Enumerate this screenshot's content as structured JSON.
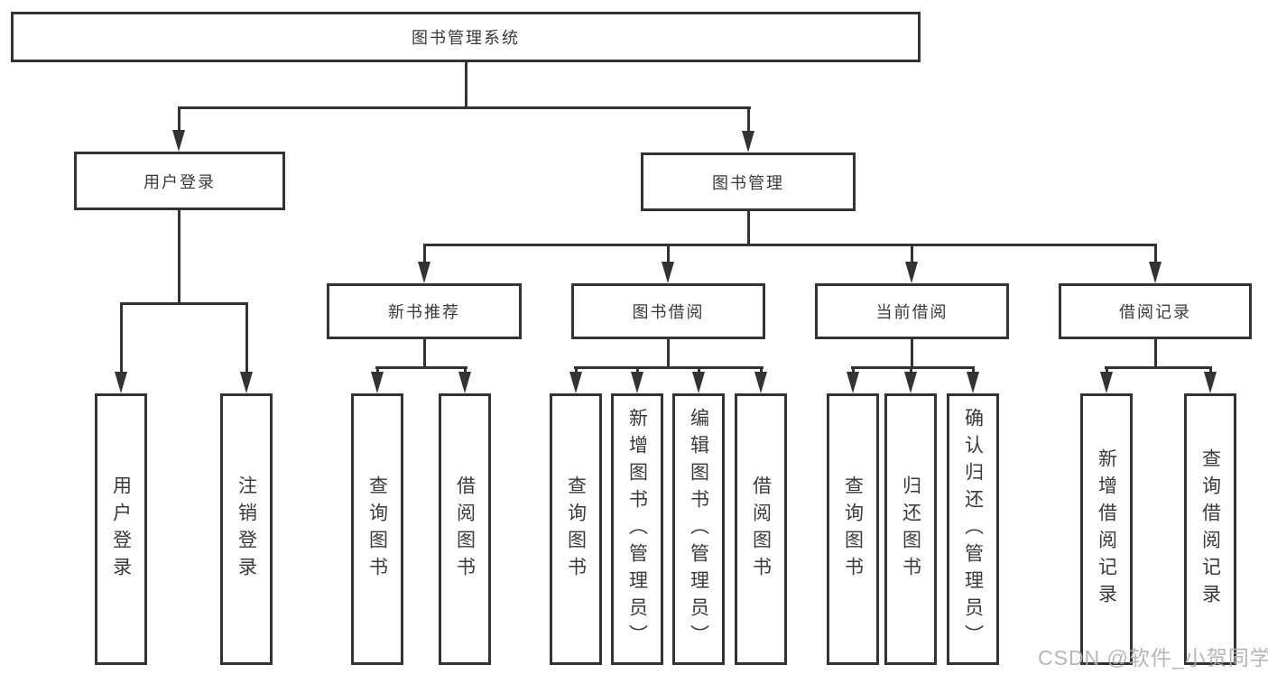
{
  "title": "图书管理系统",
  "tree": {
    "label": "图书管理系统",
    "children": [
      {
        "label": "用户登录",
        "children": [
          {
            "label": "用户登录"
          },
          {
            "label": "注销登录"
          }
        ]
      },
      {
        "label": "图书管理",
        "children": [
          {
            "label": "新书推荐",
            "children": [
              {
                "label": "查询图书"
              },
              {
                "label": "借阅图书"
              }
            ]
          },
          {
            "label": "图书借阅",
            "children": [
              {
                "label": "查询图书"
              },
              {
                "label": "新增图书（管理员）"
              },
              {
                "label": "编辑图书（管理员）"
              },
              {
                "label": "借阅图书"
              }
            ]
          },
          {
            "label": "当前借阅",
            "children": [
              {
                "label": "查询图书"
              },
              {
                "label": "归还图书"
              },
              {
                "label": "确认归还（管理员）"
              }
            ]
          },
          {
            "label": "借阅记录",
            "children": [
              {
                "label": "新增借阅记录"
              },
              {
                "label": "查询借阅记录"
              }
            ]
          }
        ]
      }
    ]
  },
  "watermark": "CSDN @软件_小贺同学",
  "colors": {
    "line": "#333333",
    "text": "#3a3a3a",
    "box_background": "#ffffff",
    "watermark": "#b0b0b0",
    "background": "#ffffff"
  }
}
